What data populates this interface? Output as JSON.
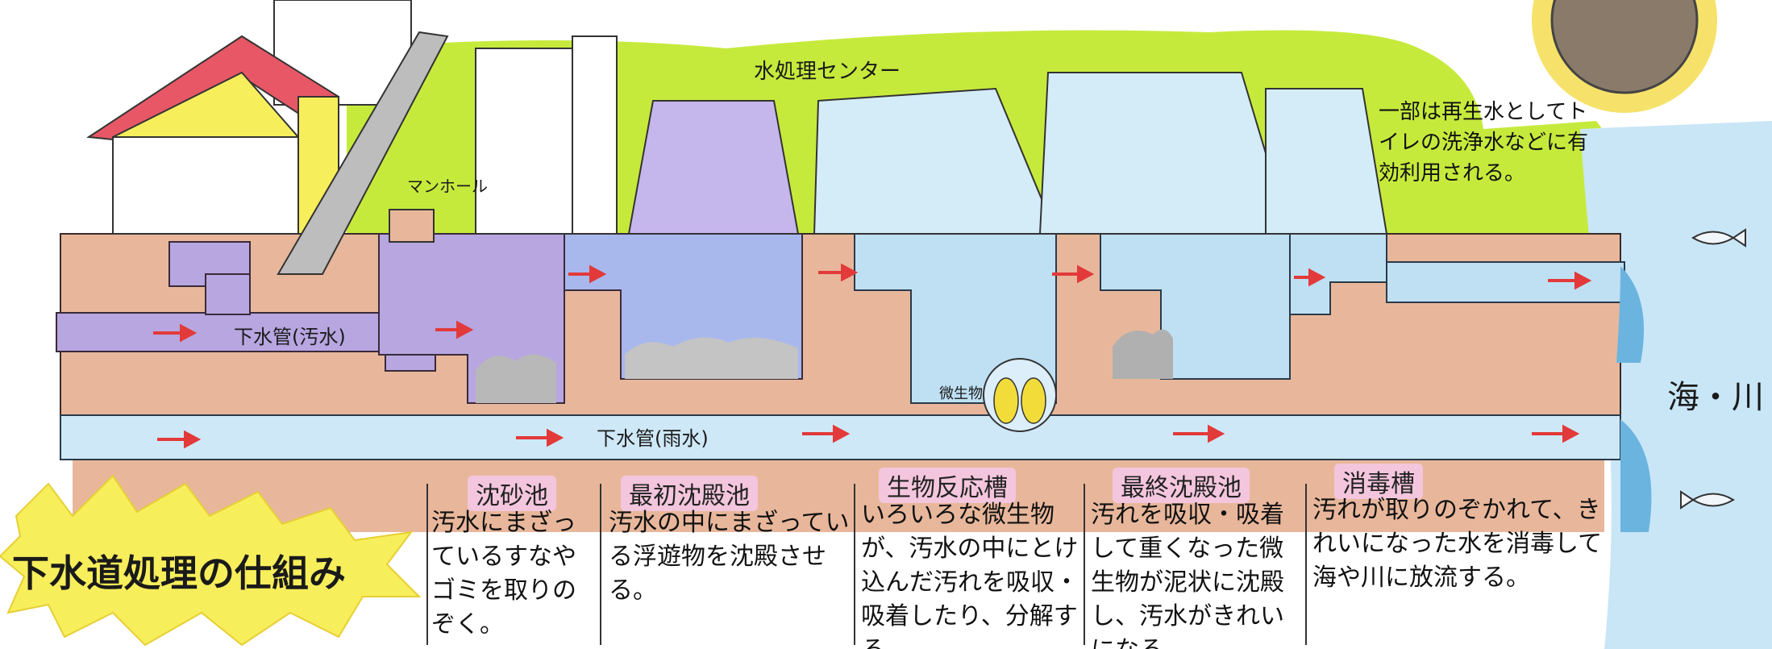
{
  "diagram": {
    "title": "下水道処理の仕組み",
    "center_label": "水処理センター",
    "manhole_label": "マンホール",
    "pipe_sewage_label": "下水管(汚水)",
    "pipe_rain_label": "下水管(雨水)",
    "microbe_label": "微生物",
    "sea_river_label": "海・川",
    "reuse_note": "一部は再生水としてトイレの洗浄水などに有効利用される。",
    "stages": [
      {
        "name": "沈砂池",
        "desc": "汚水にまざっているすなやゴミを取りのぞく。"
      },
      {
        "name": "最初沈殿池",
        "desc": "汚水の中にまざっている浮遊物を沈殿させる。"
      },
      {
        "name": "生物反応槽",
        "desc": "いろいろな微生物が、汚水の中にとけ込んだ汚れを吸収・吸着したり、分解する。"
      },
      {
        "name": "最終沈殿池",
        "desc": "汚れを吸収・吸着して重くなった微生物が泥状に沈殿し、汚水がきれいになる。"
      },
      {
        "name": "消毒槽",
        "desc": "汚れが取りのぞかれて、きれいになった水を消毒して海や川に放流する。"
      }
    ]
  },
  "colors": {
    "grass": "#c6ea3c",
    "soil": "#e8b79b",
    "sewage": "#b7a6e0",
    "water": "#bfe0f3",
    "arrow": "#e23a3a",
    "title_bg": "#f7ee5c",
    "label_bg": "#f3c6dd"
  }
}
